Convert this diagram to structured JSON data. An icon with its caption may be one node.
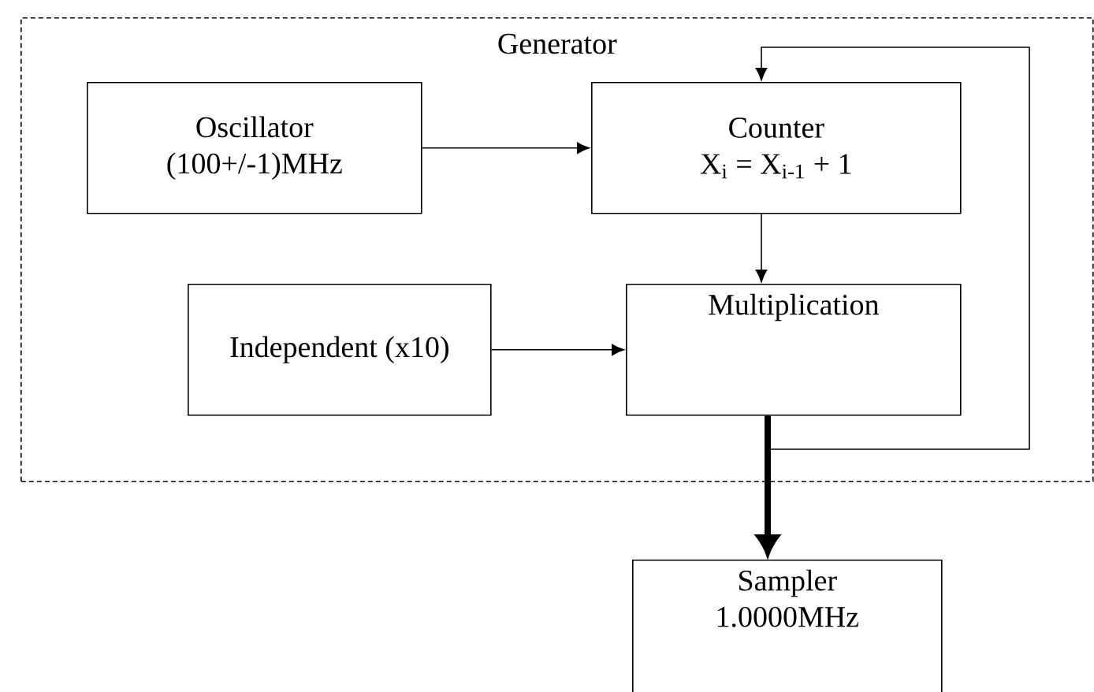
{
  "diagram": {
    "nodes": [
      {
        "text": [
          "Generator"
        ]
      },
      {
        "text": [
          "Oscillator (100+/-1)MHz"
        ],
        "in": 0
      },
      {
        "text": [
          "Counter",
          "X$_{i}$ = X$_{i-1}$ + 1"
        ],
        "in": 0
      },
      {
        "text": [
          "Independent (x10)"
        ],
        "in": 0
      },
      {
        "text": [
          "Multiplication"
        ],
        "in": 0
      },
      {
        "text": [
          "Sampler 1.0000MHz"
        ]
      }
    ],
    "edges": [
      {
        "from": 1,
        "to": 2,
        "arrow": "to"
      },
      {
        "from": 2,
        "to": 4,
        "arrow": "to"
      },
      {
        "from": 3,
        "to": 4,
        "arrow": "to"
      },
      {
        "from": 4,
        "to": 2,
        "arrow": "to"
      },
      {
        "from": 4,
        "to": 5,
        "arrow": "to",
        "style": "thick"
      }
    ]
  }
}
